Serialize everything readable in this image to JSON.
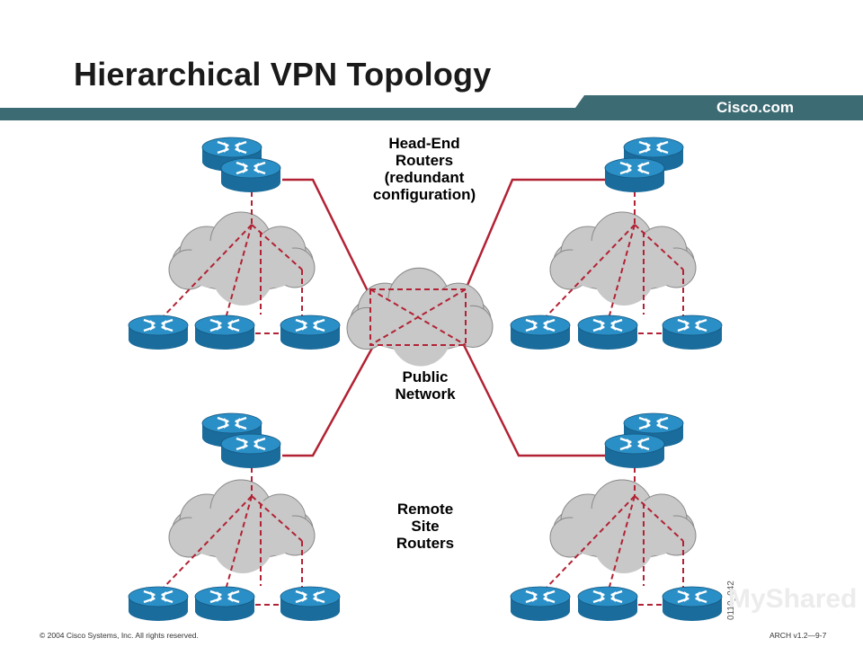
{
  "slide": {
    "title": "Hierarchical VPN Topology",
    "brand": "Cisco.com",
    "copyright": "© 2004 Cisco Systems, Inc. All rights reserved.",
    "slide_number": "ARCH v1.2—9-7",
    "figure_id": "0110_042"
  },
  "labels": {
    "head_end_line1": "Head-End",
    "head_end_line2": "Routers",
    "head_end_line3": "(redundant",
    "head_end_line4": "configuration)",
    "public_line1": "Public",
    "public_line2": "Network",
    "remote_line1": "Remote",
    "remote_line2": "Site",
    "remote_line3": "Routers"
  },
  "watermark": {
    "text": "MyShared"
  },
  "colors": {
    "header_bar": "#3d6b73",
    "router_blue": "#2a8fc6",
    "router_dark": "#1a6c9c",
    "link_red": "#b22234",
    "cloud_gray": "#c8c8c8"
  }
}
